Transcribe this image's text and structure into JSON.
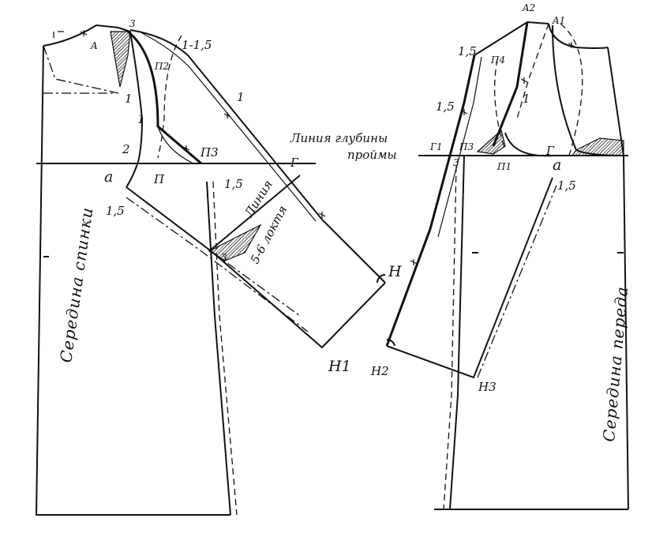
{
  "labels": {
    "back_center": "Середина спинки",
    "front_center": "Середина переда",
    "armhole_line": "Линия глубины",
    "armhole_line_2": "проймы",
    "elbow_line": "Линия",
    "elbow_line_2": "5-6 локтя",
    "A": "A",
    "A1": "A1",
    "A2": "A2",
    "a_back": "a",
    "a_front": "a",
    "P_back": "П",
    "P1": "П1",
    "P2": "П2",
    "P3_back": "П3",
    "P3_front": "П3",
    "P4": "П4",
    "G_back": "Г",
    "G_front": "Г",
    "G1": "Г1",
    "H": "H",
    "H1": "H1",
    "H2": "H2",
    "H3": "H3",
    "m_3_top": "3",
    "m_3_front": "3",
    "m_3_elbow": "3",
    "m_1_1_5": "1-1,5",
    "m_1_shoulder": "1",
    "m_1_back_a": "1",
    "m_1_back_b": "1",
    "m_2_back": "2",
    "m_1_5_back": "1,5",
    "m_1_5_left": "1,5",
    "m_1_5_front_top": "1,5",
    "m_1_5_front_mid": "1,5",
    "m_1_5_front_a": "1,5",
    "m_1_front": "1"
  }
}
